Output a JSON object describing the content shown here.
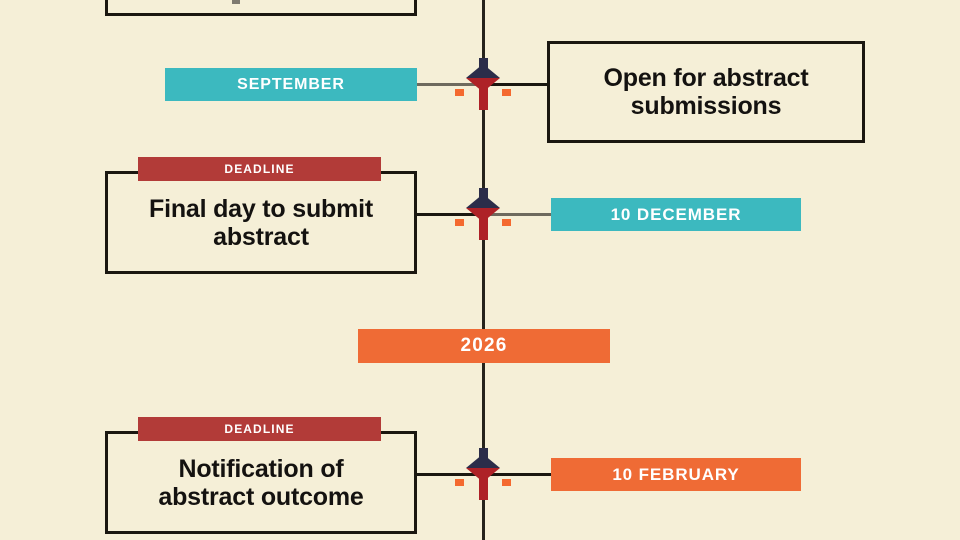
{
  "theme": {
    "background": "#F5EFD7",
    "axis_color": "#26231C",
    "teal": "#3CB9BF",
    "orange": "#EF6B35",
    "deadline_red": "#B23B38",
    "node_top": "#2B2D4A",
    "node_bottom": "#AE2127",
    "node_accent": "#F4692F",
    "box_border": "#1A1710",
    "text_dark": "#141210",
    "text_light": "#FFFFFF"
  },
  "timeline": {
    "year_banner": {
      "label": "2026"
    },
    "milestones": [
      {
        "id": "cropped-top",
        "date_label": "",
        "title": "",
        "badge": "",
        "note": "box cropped by top edge of frame"
      },
      {
        "id": "september-open",
        "date_label": "SEPTEMBER",
        "date_chip_color": "teal",
        "date_side": "left",
        "title": "Open for abstract submissions",
        "title_line_1": "Open for abstract",
        "title_line_2": "submissions",
        "title_side": "right",
        "badge": ""
      },
      {
        "id": "december-final-day",
        "date_label": "10 DECEMBER",
        "date_chip_color": "teal",
        "date_side": "right",
        "title": "Final day to submit abstract",
        "title_line_1": "Final day to submit",
        "title_line_2": "abstract",
        "title_side": "left",
        "badge": "DEADLINE"
      },
      {
        "id": "february-notification",
        "date_label": "10 FEBRUARY",
        "date_chip_color": "orange",
        "date_side": "right",
        "title": "Notification of abstract outcome",
        "title_line_1": "Notification of",
        "title_line_2": "abstract outcome",
        "title_side": "left",
        "badge": "DEADLINE"
      }
    ]
  }
}
